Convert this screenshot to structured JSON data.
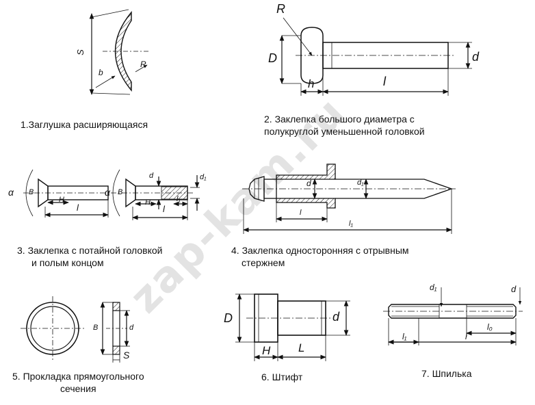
{
  "captions": {
    "c1": "1.Заглушка расширяющаяся",
    "c2_l1": "2. Заклепка большого диаметра с",
    "c2_l2": "полукруглой уменьшенной головкой",
    "c3_l1": "3. Заклепка с потайной головкой",
    "c3_l2": "и полым концом",
    "c4_l1": "4. Заклепка односторонняя с отрывным",
    "c4_l2": "стержнем",
    "c5_l1": "5. Прокладка прямоугольного",
    "c5_l2": "сечения",
    "c6": "6. Штифт",
    "c7": "7. Шпилька"
  },
  "labels": {
    "S": "S",
    "b": "b",
    "R": "R",
    "D": "D",
    "h": "h",
    "l": "l",
    "d": "d",
    "alpha": "α",
    "B": "B",
    "H": "H",
    "d1": "d₁",
    "l1": "l₁",
    "L": "L",
    "l0": "l₀"
  },
  "watermark": "zap-kam.ru"
}
